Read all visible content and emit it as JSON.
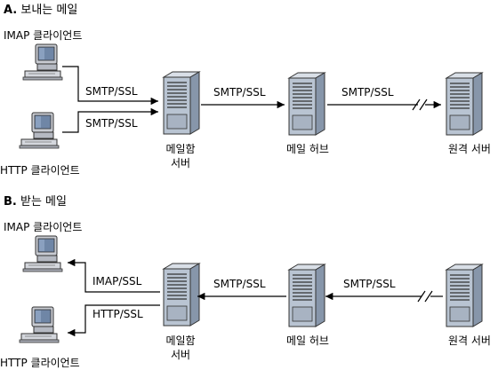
{
  "sections": [
    {
      "letter": "A.",
      "title": " 보내는 메일",
      "client_top": "IMAP 클라이언트",
      "client_bottom": "HTTP 클라이언트",
      "proto_top": "SMTP/SSL",
      "proto_bottom": "SMTP/SSL",
      "proto_mid1": "SMTP/SSL",
      "proto_mid2": "SMTP/SSL",
      "server1_line1": "메일함",
      "server1_line2": "서버",
      "server2": "메일 허브",
      "server3": "원격 서버"
    },
    {
      "letter": "B.",
      "title": " 받는 메일",
      "client_top": "IMAP 클라이언트",
      "client_bottom": "HTTP 클라이언트",
      "proto_top": "IMAP/SSL",
      "proto_bottom": "HTTP/SSL",
      "proto_mid1": "SMTP/SSL",
      "proto_mid2": "SMTP/SSL",
      "server1_line1": "메일함",
      "server1_line2": "서버",
      "server2": "메일 허브",
      "server3": "원격 서버"
    }
  ],
  "colors": {
    "computer_body": "#c8cbd2",
    "computer_screen": "#6f86a6",
    "server_front": "#b9c4d2",
    "server_side": "#8796aa",
    "line": "#000000"
  },
  "icons": {
    "client": "desktop-computer-icon",
    "server": "server-tower-icon"
  }
}
